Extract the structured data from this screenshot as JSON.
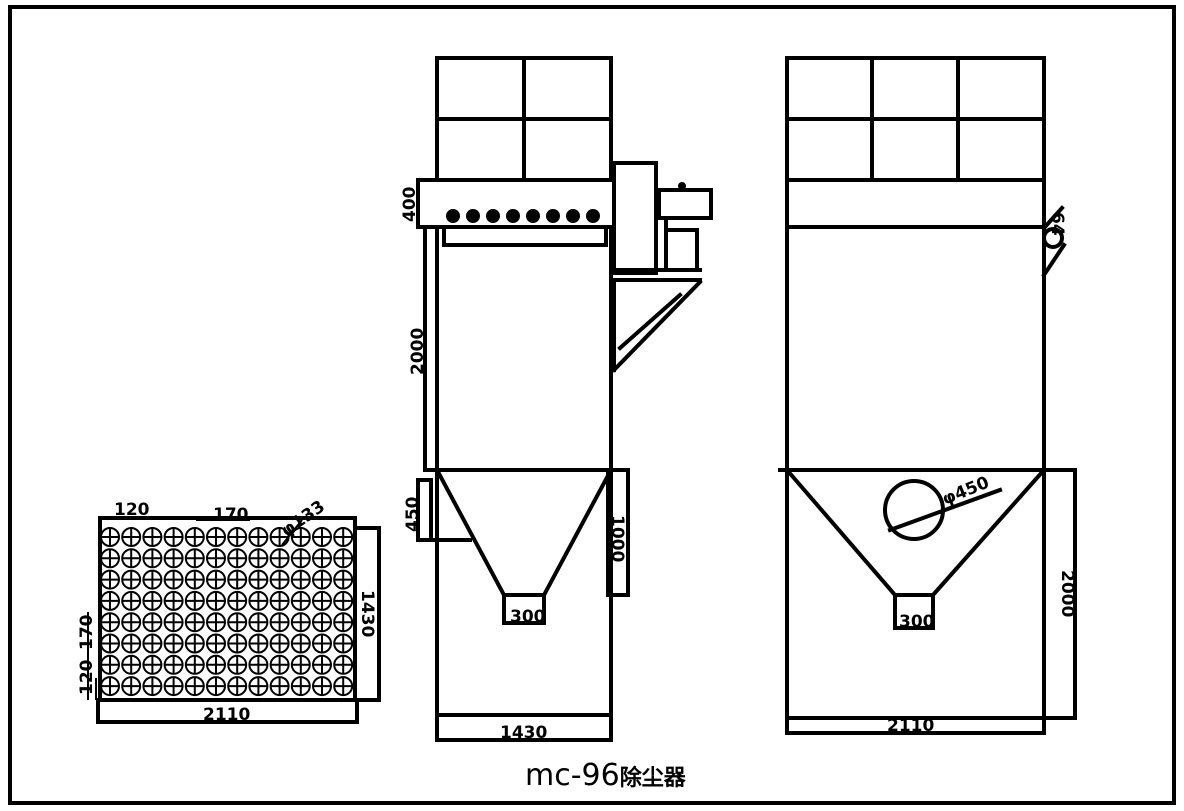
{
  "title": {
    "model": "mc-96",
    "suffix": "除尘器"
  },
  "plan_view": {
    "dims": {
      "pitch_edge": "120",
      "pitch": "170",
      "bag_diameter": "φ133",
      "width": "1430",
      "pitch_side": "170",
      "edge_side": "120",
      "length": "2110"
    },
    "grid": {
      "rows": 8,
      "cols": 12
    }
  },
  "front_view": {
    "dims": {
      "header_height": "400",
      "body_height": "2000",
      "hopper_height": "450",
      "hopper_side": "1000",
      "outlet": "300",
      "base_width": "1430"
    },
    "valves": 8
  },
  "side_view": {
    "dims": {
      "inlet": "φ450",
      "outlet": "300",
      "leg_height": "2000",
      "base_width": "2110",
      "fan_label": "64"
    }
  }
}
